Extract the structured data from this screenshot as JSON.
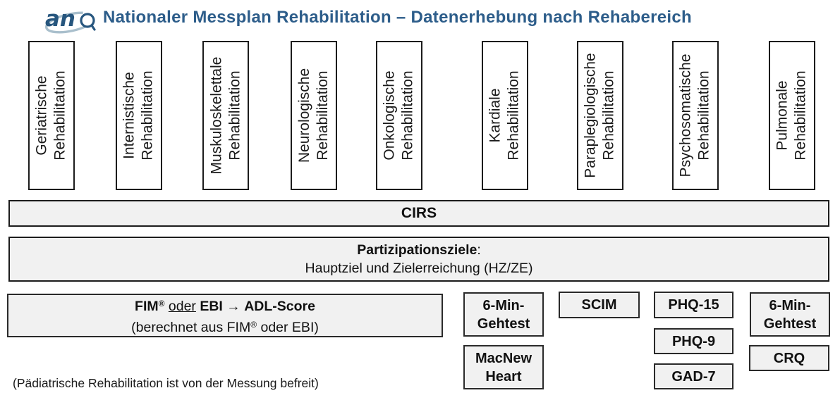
{
  "header": {
    "logo": "anq-logo",
    "logo_letters": "an",
    "title": "Nationaler Messplan Rehabilitation – Datenerhebung nach Rehabereich"
  },
  "columns": [
    {
      "label": "Geriatrische\nRehabilitation"
    },
    {
      "label": "Internistische\nRehabilitation"
    },
    {
      "label": "Muskuloskelettale\nRehabilitation"
    },
    {
      "label": "Neurologische\nRehabilitation"
    },
    {
      "label": "Onkologische\nRehabilitation"
    },
    {
      "label": "Kardiale\nRehabilitation"
    },
    {
      "label": "Paraplegiologische\nRehabilitation"
    },
    {
      "label": "Psychosomatische\nRehabilitation"
    },
    {
      "label": "Pulmonale\nRehabilitation"
    }
  ],
  "bars": {
    "cirs": "CIRS",
    "partizipationsziele_bold": "Partizipationsziele",
    "partizipationsziele_colon": ":",
    "partizipationsziele_line2": "Hauptziel und Zielerreichung (HZ/ZE)"
  },
  "fim_box": {
    "fim": "FIM",
    "reg_mark_1": "®",
    "oder": "oder",
    "ebi": "EBI",
    "arrow": "→",
    "adl": "ADL-Score",
    "line2_pre": "(berechnet aus FIM",
    "reg_mark_2": "®",
    "line2_post": " oder EBI)"
  },
  "instruments": {
    "six_min_gehtest_kardiale": "6-Min-\nGehtest",
    "macnew_heart": "MacNew\nHeart",
    "scim": "SCIM",
    "phq15": "PHQ-15",
    "phq9": "PHQ-9",
    "gad7": "GAD-7",
    "six_min_gehtest_pulmonale": "6-Min-\nGehtest",
    "crq": "CRQ"
  },
  "footer": {
    "note": "(Pädiatrische Rehabilitation ist von der Messung befreit)"
  },
  "colors": {
    "title_blue": "#2d5d8a",
    "logo_letter_blue": "#27567e",
    "logo_swoosh_blue": "#a9bfcc",
    "bar_fill_gray": "#f1f1f1",
    "column_fill_white": "#ffffff",
    "border_black": "#1c1c1c"
  }
}
